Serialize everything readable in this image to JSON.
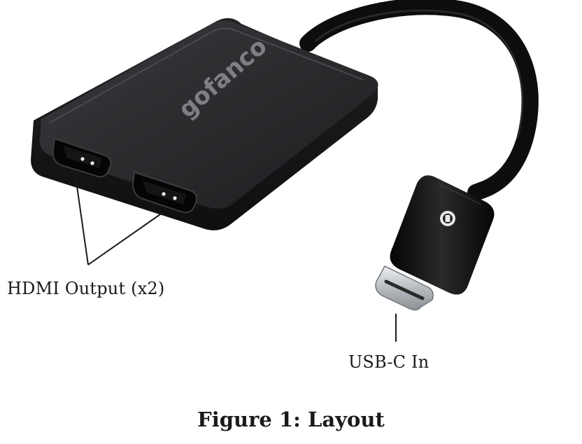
{
  "figure": {
    "brand_logo_text": "gofanco",
    "callouts": {
      "hdmi_output": "HDMI Output (x2)",
      "usbc_in": "USB-C In"
    },
    "caption": "Figure 1: Layout"
  },
  "colors": {
    "device_body": "#1c1c1e",
    "device_top": "#2b2b2e",
    "cable": "#0d0d0d",
    "connector_metal": "#c9ccd0",
    "leader_line": "#1a1a1a"
  }
}
